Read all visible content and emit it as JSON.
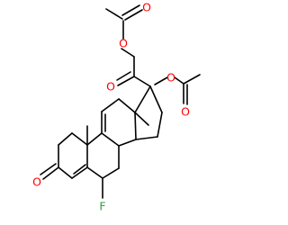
{
  "molecule": {
    "atoms": {
      "o_ester_top": "O",
      "o_acetyl_top": "O",
      "o_ketone_side": "O",
      "o_ester_right": "O",
      "o_acetyl_right": "O",
      "o_ketone_ring": "O",
      "f_fluoro": "F"
    }
  },
  "colors": {
    "oxygen": "#ff0000",
    "fluorine": "#2fa336",
    "bond": "#000000"
  }
}
